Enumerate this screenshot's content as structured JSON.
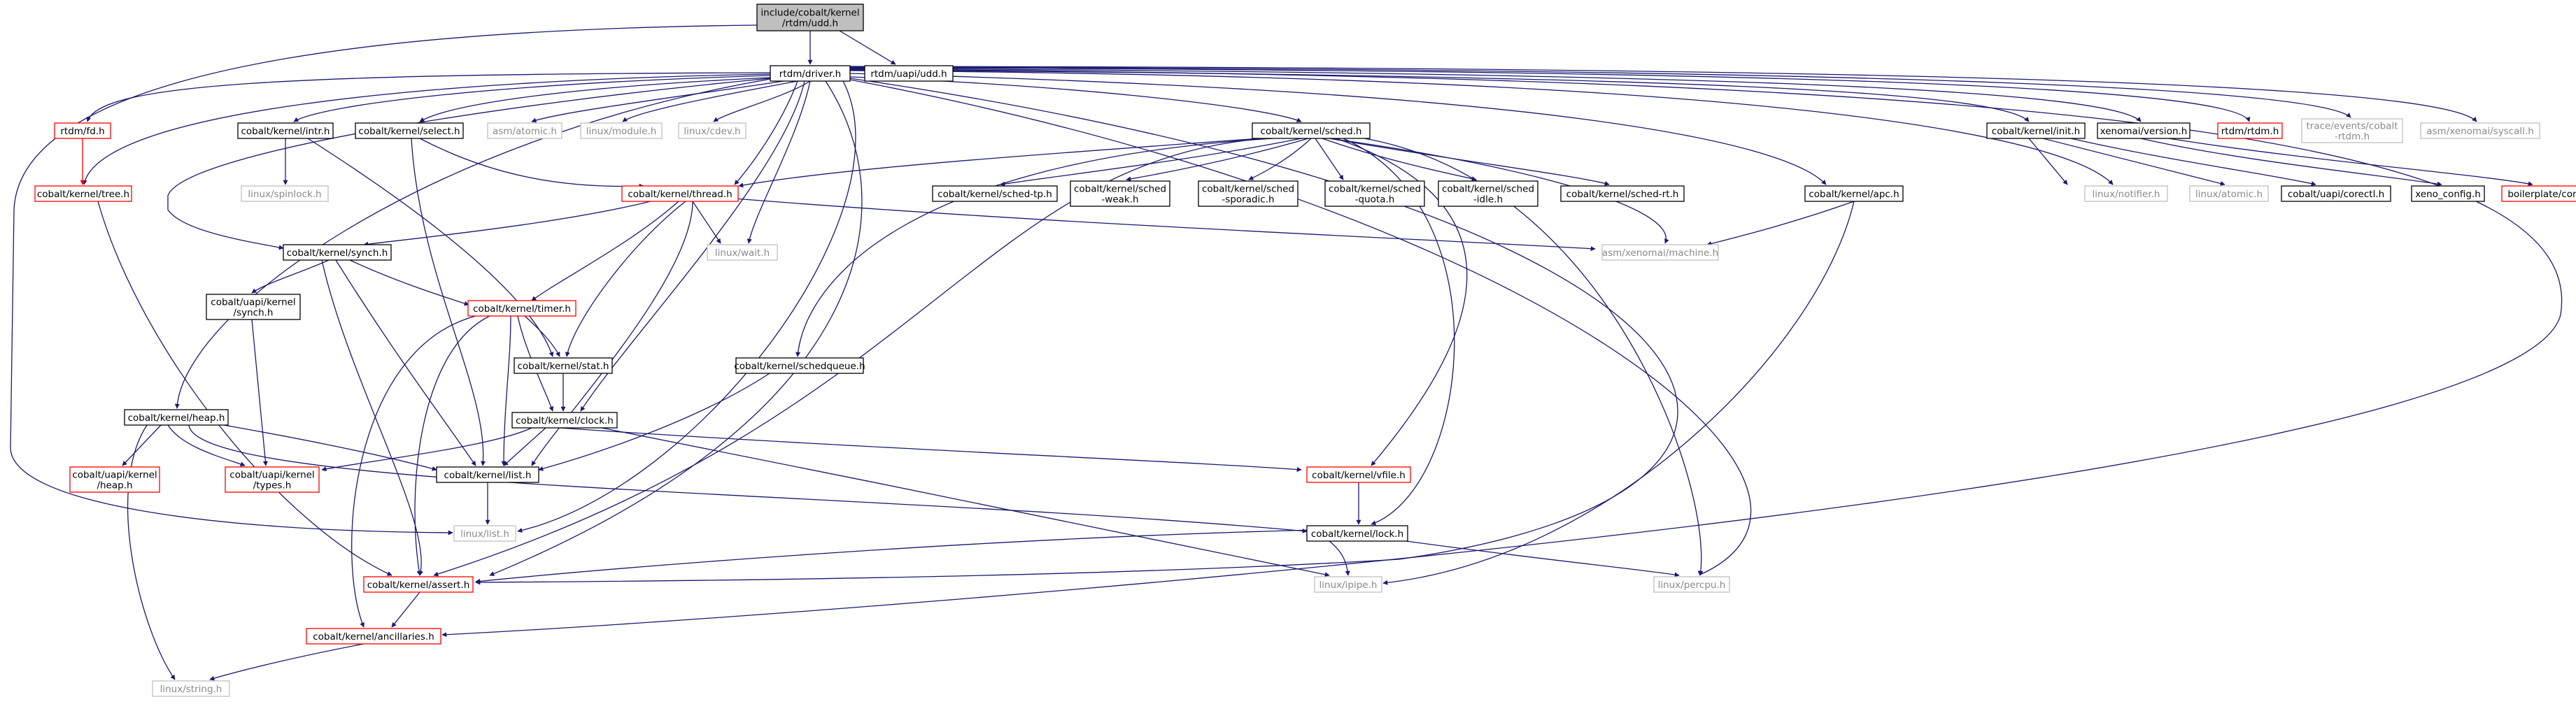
{
  "graph": {
    "colors": {
      "edge": "#191970",
      "edge_red": "#ff0000",
      "border_black": "#000000",
      "border_red": "#ff0000",
      "border_grey": "#bfbfbf",
      "root_fill": "#bfbfbf",
      "text_grey": "#8a8a8a"
    },
    "nodes": [
      {
        "id": "root",
        "lines": [
          "include/cobalt/kernel",
          "/rtdm/udd.h"
        ],
        "style": "root"
      },
      {
        "id": "driver",
        "lines": [
          "rtdm/driver.h"
        ],
        "style": "black"
      },
      {
        "id": "uapi_udd",
        "lines": [
          "rtdm/uapi/udd.h"
        ],
        "style": "black"
      },
      {
        "id": "fd",
        "lines": [
          "rtdm/fd.h"
        ],
        "style": "red"
      },
      {
        "id": "intr",
        "lines": [
          "cobalt/kernel/intr.h"
        ],
        "style": "black"
      },
      {
        "id": "select",
        "lines": [
          "cobalt/kernel/select.h"
        ],
        "style": "black"
      },
      {
        "id": "asm_atomic",
        "lines": [
          "asm/atomic.h"
        ],
        "style": "grey"
      },
      {
        "id": "module",
        "lines": [
          "linux/module.h"
        ],
        "style": "grey"
      },
      {
        "id": "cdev",
        "lines": [
          "linux/cdev.h"
        ],
        "style": "grey"
      },
      {
        "id": "sched",
        "lines": [
          "cobalt/kernel/sched.h"
        ],
        "style": "black"
      },
      {
        "id": "init",
        "lines": [
          "cobalt/kernel/init.h"
        ],
        "style": "black"
      },
      {
        "id": "version",
        "lines": [
          "xenomai/version.h"
        ],
        "style": "black"
      },
      {
        "id": "rtdm_rtdm",
        "lines": [
          "rtdm/rtdm.h"
        ],
        "style": "red"
      },
      {
        "id": "trace",
        "lines": [
          "trace/events/cobalt",
          "-rtdm.h"
        ],
        "style": "grey"
      },
      {
        "id": "syscall",
        "lines": [
          "asm/xenomai/syscall.h"
        ],
        "style": "grey"
      },
      {
        "id": "tree",
        "lines": [
          "cobalt/kernel/tree.h"
        ],
        "style": "red"
      },
      {
        "id": "spinlock",
        "lines": [
          "linux/spinlock.h"
        ],
        "style": "grey"
      },
      {
        "id": "thread",
        "lines": [
          "cobalt/kernel/thread.h"
        ],
        "style": "red"
      },
      {
        "id": "sched_tp",
        "lines": [
          "cobalt/kernel/sched-tp.h"
        ],
        "style": "black"
      },
      {
        "id": "sched_weak",
        "lines": [
          "cobalt/kernel/sched",
          "-weak.h"
        ],
        "style": "black"
      },
      {
        "id": "sched_sporadic",
        "lines": [
          "cobalt/kernel/sched",
          "-sporadic.h"
        ],
        "style": "black"
      },
      {
        "id": "sched_quota",
        "lines": [
          "cobalt/kernel/sched",
          "-quota.h"
        ],
        "style": "black"
      },
      {
        "id": "sched_idle",
        "lines": [
          "cobalt/kernel/sched",
          "-idle.h"
        ],
        "style": "black"
      },
      {
        "id": "sched_rt",
        "lines": [
          "cobalt/kernel/sched-rt.h"
        ],
        "style": "black"
      },
      {
        "id": "apc",
        "lines": [
          "cobalt/kernel/apc.h"
        ],
        "style": "black"
      },
      {
        "id": "notifier",
        "lines": [
          "linux/notifier.h"
        ],
        "style": "grey"
      },
      {
        "id": "lin_atomic",
        "lines": [
          "linux/atomic.h"
        ],
        "style": "grey"
      },
      {
        "id": "corectl",
        "lines": [
          "cobalt/uapi/corectl.h"
        ],
        "style": "black"
      },
      {
        "id": "xeno_config",
        "lines": [
          "xeno_config.h"
        ],
        "style": "black"
      },
      {
        "id": "compiler",
        "lines": [
          "boilerplate/compiler.h"
        ],
        "style": "red"
      },
      {
        "id": "synch",
        "lines": [
          "cobalt/kernel/synch.h"
        ],
        "style": "black"
      },
      {
        "id": "wait",
        "lines": [
          "linux/wait.h"
        ],
        "style": "grey"
      },
      {
        "id": "machine",
        "lines": [
          "asm/xenomai/machine.h"
        ],
        "style": "grey"
      },
      {
        "id": "uapi_synch",
        "lines": [
          "cobalt/uapi/kernel",
          "/synch.h"
        ],
        "style": "black"
      },
      {
        "id": "timer",
        "lines": [
          "cobalt/kernel/timer.h"
        ],
        "style": "red"
      },
      {
        "id": "stat",
        "lines": [
          "cobalt/kernel/stat.h"
        ],
        "style": "black"
      },
      {
        "id": "schedqueue",
        "lines": [
          "cobalt/kernel/schedqueue.h"
        ],
        "style": "black"
      },
      {
        "id": "heap",
        "lines": [
          "cobalt/kernel/heap.h"
        ],
        "style": "black"
      },
      {
        "id": "clock",
        "lines": [
          "cobalt/kernel/clock.h"
        ],
        "style": "black"
      },
      {
        "id": "uapi_heap",
        "lines": [
          "cobalt/uapi/kernel",
          "/heap.h"
        ],
        "style": "red"
      },
      {
        "id": "uapi_types",
        "lines": [
          "cobalt/uapi/kernel",
          "/types.h"
        ],
        "style": "red"
      },
      {
        "id": "list",
        "lines": [
          "cobalt/kernel/list.h"
        ],
        "style": "black"
      },
      {
        "id": "vfile",
        "lines": [
          "cobalt/kernel/vfile.h"
        ],
        "style": "red"
      },
      {
        "id": "lin_list",
        "lines": [
          "linux/list.h"
        ],
        "style": "grey"
      },
      {
        "id": "lock",
        "lines": [
          "cobalt/kernel/lock.h"
        ],
        "style": "black"
      },
      {
        "id": "assert",
        "lines": [
          "cobalt/kernel/assert.h"
        ],
        "style": "red"
      },
      {
        "id": "ipipe",
        "lines": [
          "linux/ipipe.h"
        ],
        "style": "grey"
      },
      {
        "id": "percpu",
        "lines": [
          "linux/percpu.h"
        ],
        "style": "grey"
      },
      {
        "id": "ancillaries",
        "lines": [
          "cobalt/kernel/ancillaries.h"
        ],
        "style": "red"
      },
      {
        "id": "string",
        "lines": [
          "linux/string.h"
        ],
        "style": "grey"
      }
    ]
  }
}
